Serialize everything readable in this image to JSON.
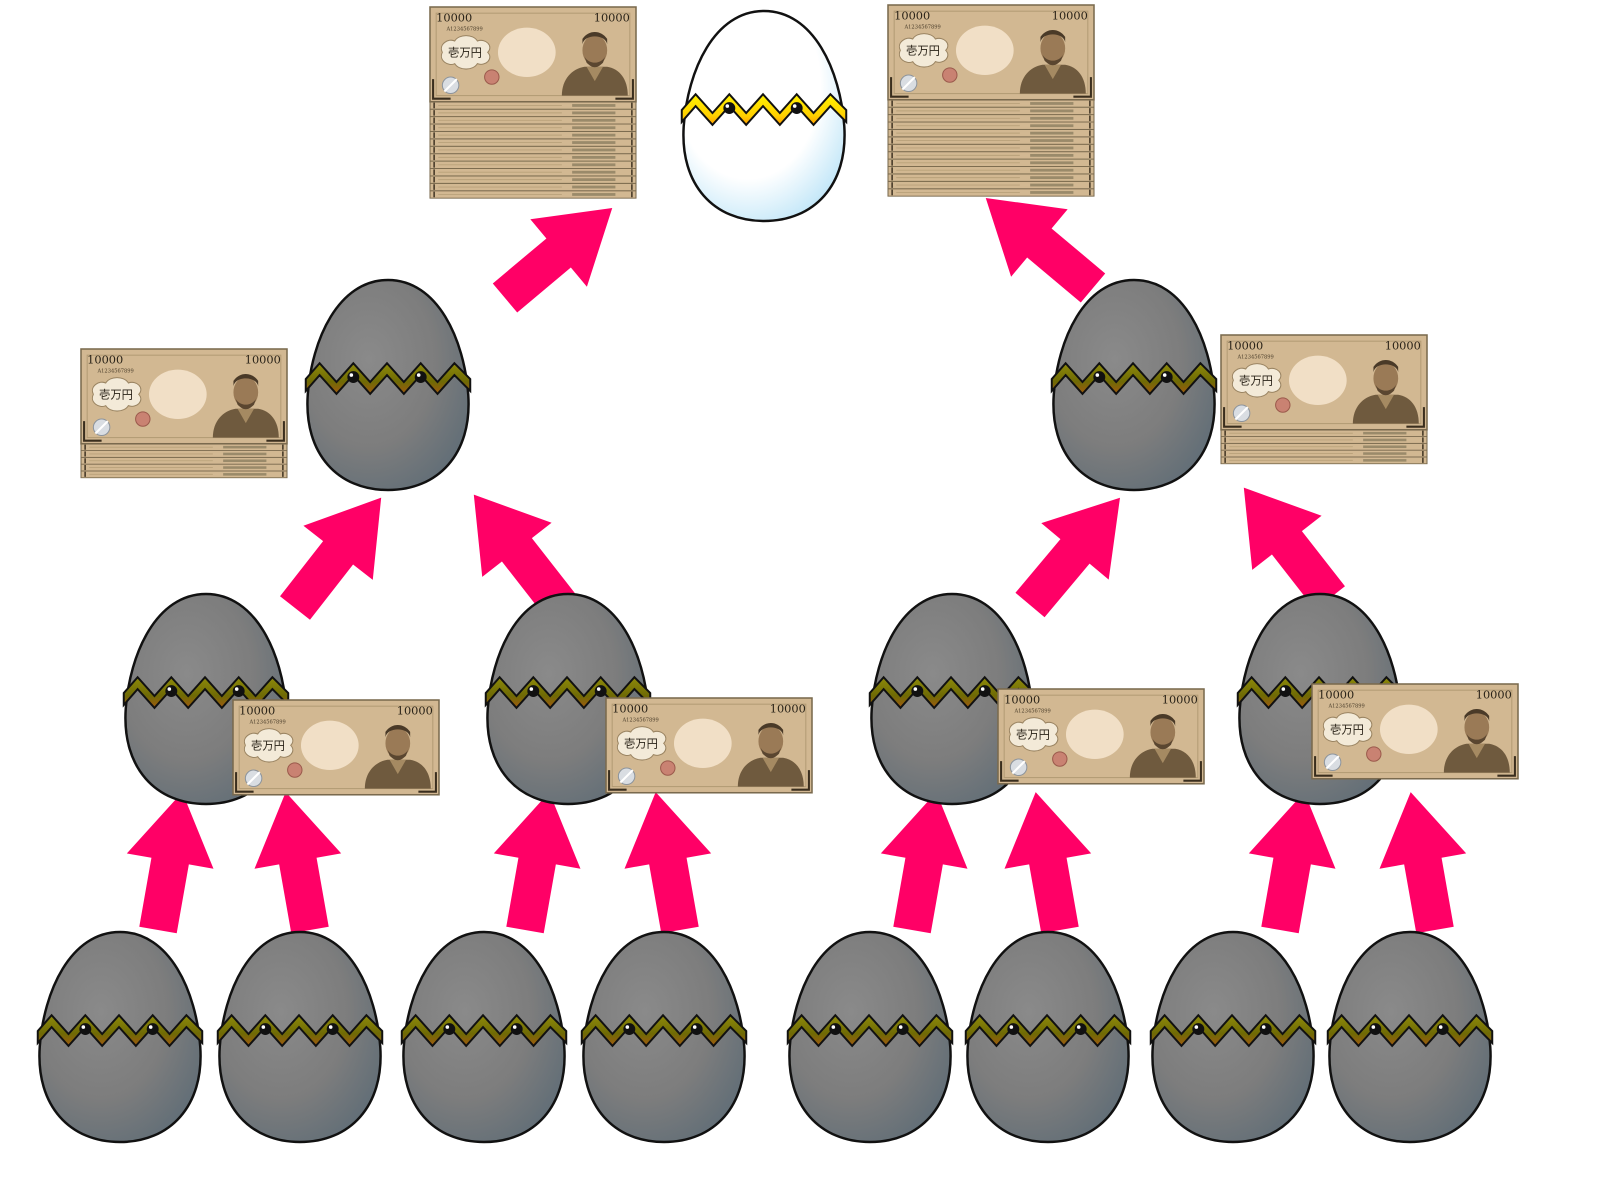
{
  "colors": {
    "background": "#ffffff",
    "arrow": "#ff0066",
    "egg_dark": "#7f7f7f",
    "egg_dark_shade": "#657079",
    "egg_white": "#ffffff",
    "egg_white_shade": "#b9e3f7",
    "crack_dark": "#7d7a06",
    "crack_white": "#ffe800",
    "bill_paper": "#d2b892",
    "bill_border": "#7a6a4e"
  },
  "banknote": {
    "denomination": "10000",
    "kanji": "壱万円",
    "serial": "A1234567899"
  },
  "icons": {
    "egg": "cracked-egg-icon",
    "bill": "banknote-icon",
    "arrow": "arrow-up-icon"
  },
  "structure": {
    "top": {
      "egg": "white-cracked-egg",
      "bill_stacks": 2
    },
    "level_2": {
      "eggs": 2,
      "bill_stacks": 2
    },
    "level_3": {
      "eggs": 4,
      "bills": 4
    },
    "level_4": {
      "eggs": 8
    }
  }
}
